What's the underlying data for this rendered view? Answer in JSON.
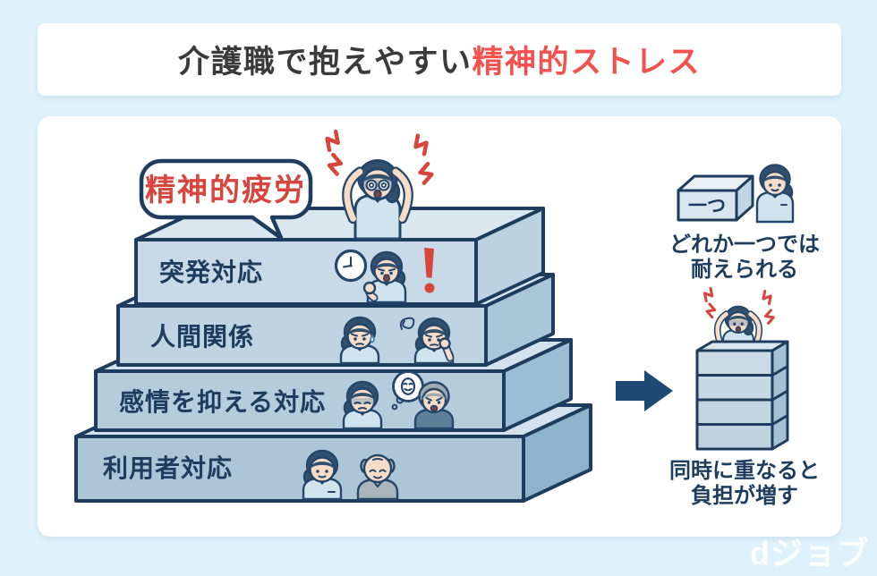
{
  "title": {
    "prefix": "介護職で抱えやすい",
    "highlight": "精神的ストレス"
  },
  "diagram": {
    "bubble_label": "精神的疲労",
    "layers": [
      {
        "label": "突発対応"
      },
      {
        "label": "人間関係"
      },
      {
        "label": "感情を抑える対応"
      },
      {
        "label": "利用者対応"
      }
    ],
    "single_box": {
      "box_label": "一つ",
      "caption_line1": "どれか一つでは",
      "caption_line2": "耐えられる"
    },
    "stacked_boxes": {
      "caption_line1": "同時に重なると",
      "caption_line2": "負担が増す"
    }
  },
  "footer": {
    "logo_text": "dジョブ"
  },
  "colors": {
    "page_background": "#dff2fb",
    "panel": "#ffffff",
    "title_text": "#3a3a3a",
    "title_accent": "#f4514e",
    "navy_outline": "#1d3c5e",
    "accent_red": "#d8453d",
    "arrow": "#1d4a74",
    "slab_front": "#bcd2e1",
    "slab_top": "#d5e4ee",
    "slab_side": "#9cbed4"
  }
}
